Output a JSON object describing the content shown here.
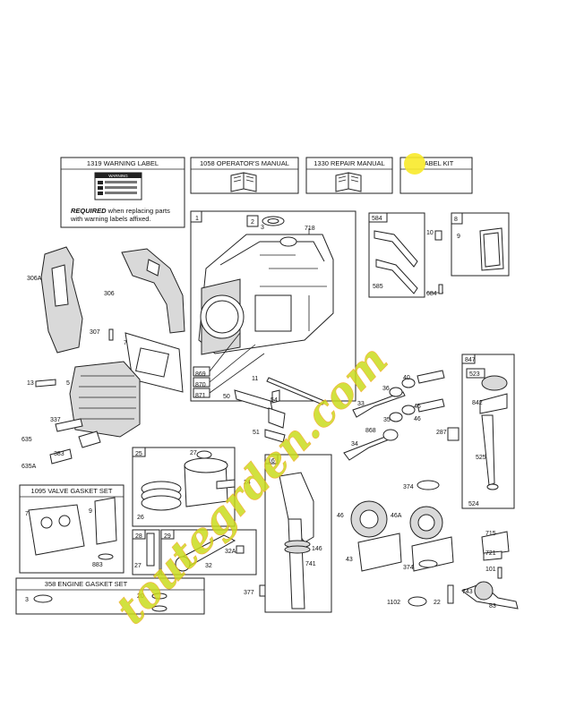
{
  "boxes": {
    "warning_label": "1319 WARNING LABEL",
    "operators_manual": "1058 OPERATOR'S MANUAL",
    "repair_manual": "1330 REPAIR MANUAL",
    "label_kit": "ABEL KIT",
    "valve_gasket_set": "1095 VALVE GASKET SET",
    "engine_gasket_set": "358 ENGINE GASKET SET"
  },
  "warning": {
    "sticker_heading": "WARNING",
    "required_bold": "REQUIRED",
    "required_rest_1": " when replacing parts",
    "required_rest_2": "with warning labels affixed."
  },
  "callouts": [
    "1",
    "2",
    "3",
    "718",
    "584",
    "585",
    "684",
    "10",
    "8",
    "9",
    "306A",
    "306",
    "307",
    "7",
    "13",
    "5",
    "337",
    "635",
    "383",
    "635A",
    "869",
    "870",
    "871",
    "11",
    "54",
    "50",
    "51",
    "33",
    "36",
    "40",
    "45",
    "35",
    "46",
    "868",
    "34",
    "287",
    "847",
    "523",
    "842",
    "525",
    "524",
    "25",
    "27",
    "26",
    "24",
    "16",
    "374",
    "146",
    "741",
    "46",
    "46A",
    "43",
    "374",
    "715",
    "721",
    "101",
    "743",
    "83",
    "28",
    "27",
    "29",
    "32A",
    "32",
    "377",
    "1102",
    "22",
    "7",
    "9",
    "883",
    "3",
    "20"
  ],
  "watermark": {
    "url_text": "toutegrden.com",
    "colors": {
      "green": "#c9dc1e",
      "orange": "#f5a21e",
      "gray": "#b8ad9c"
    }
  },
  "highlight_color": "#f8ea2a"
}
